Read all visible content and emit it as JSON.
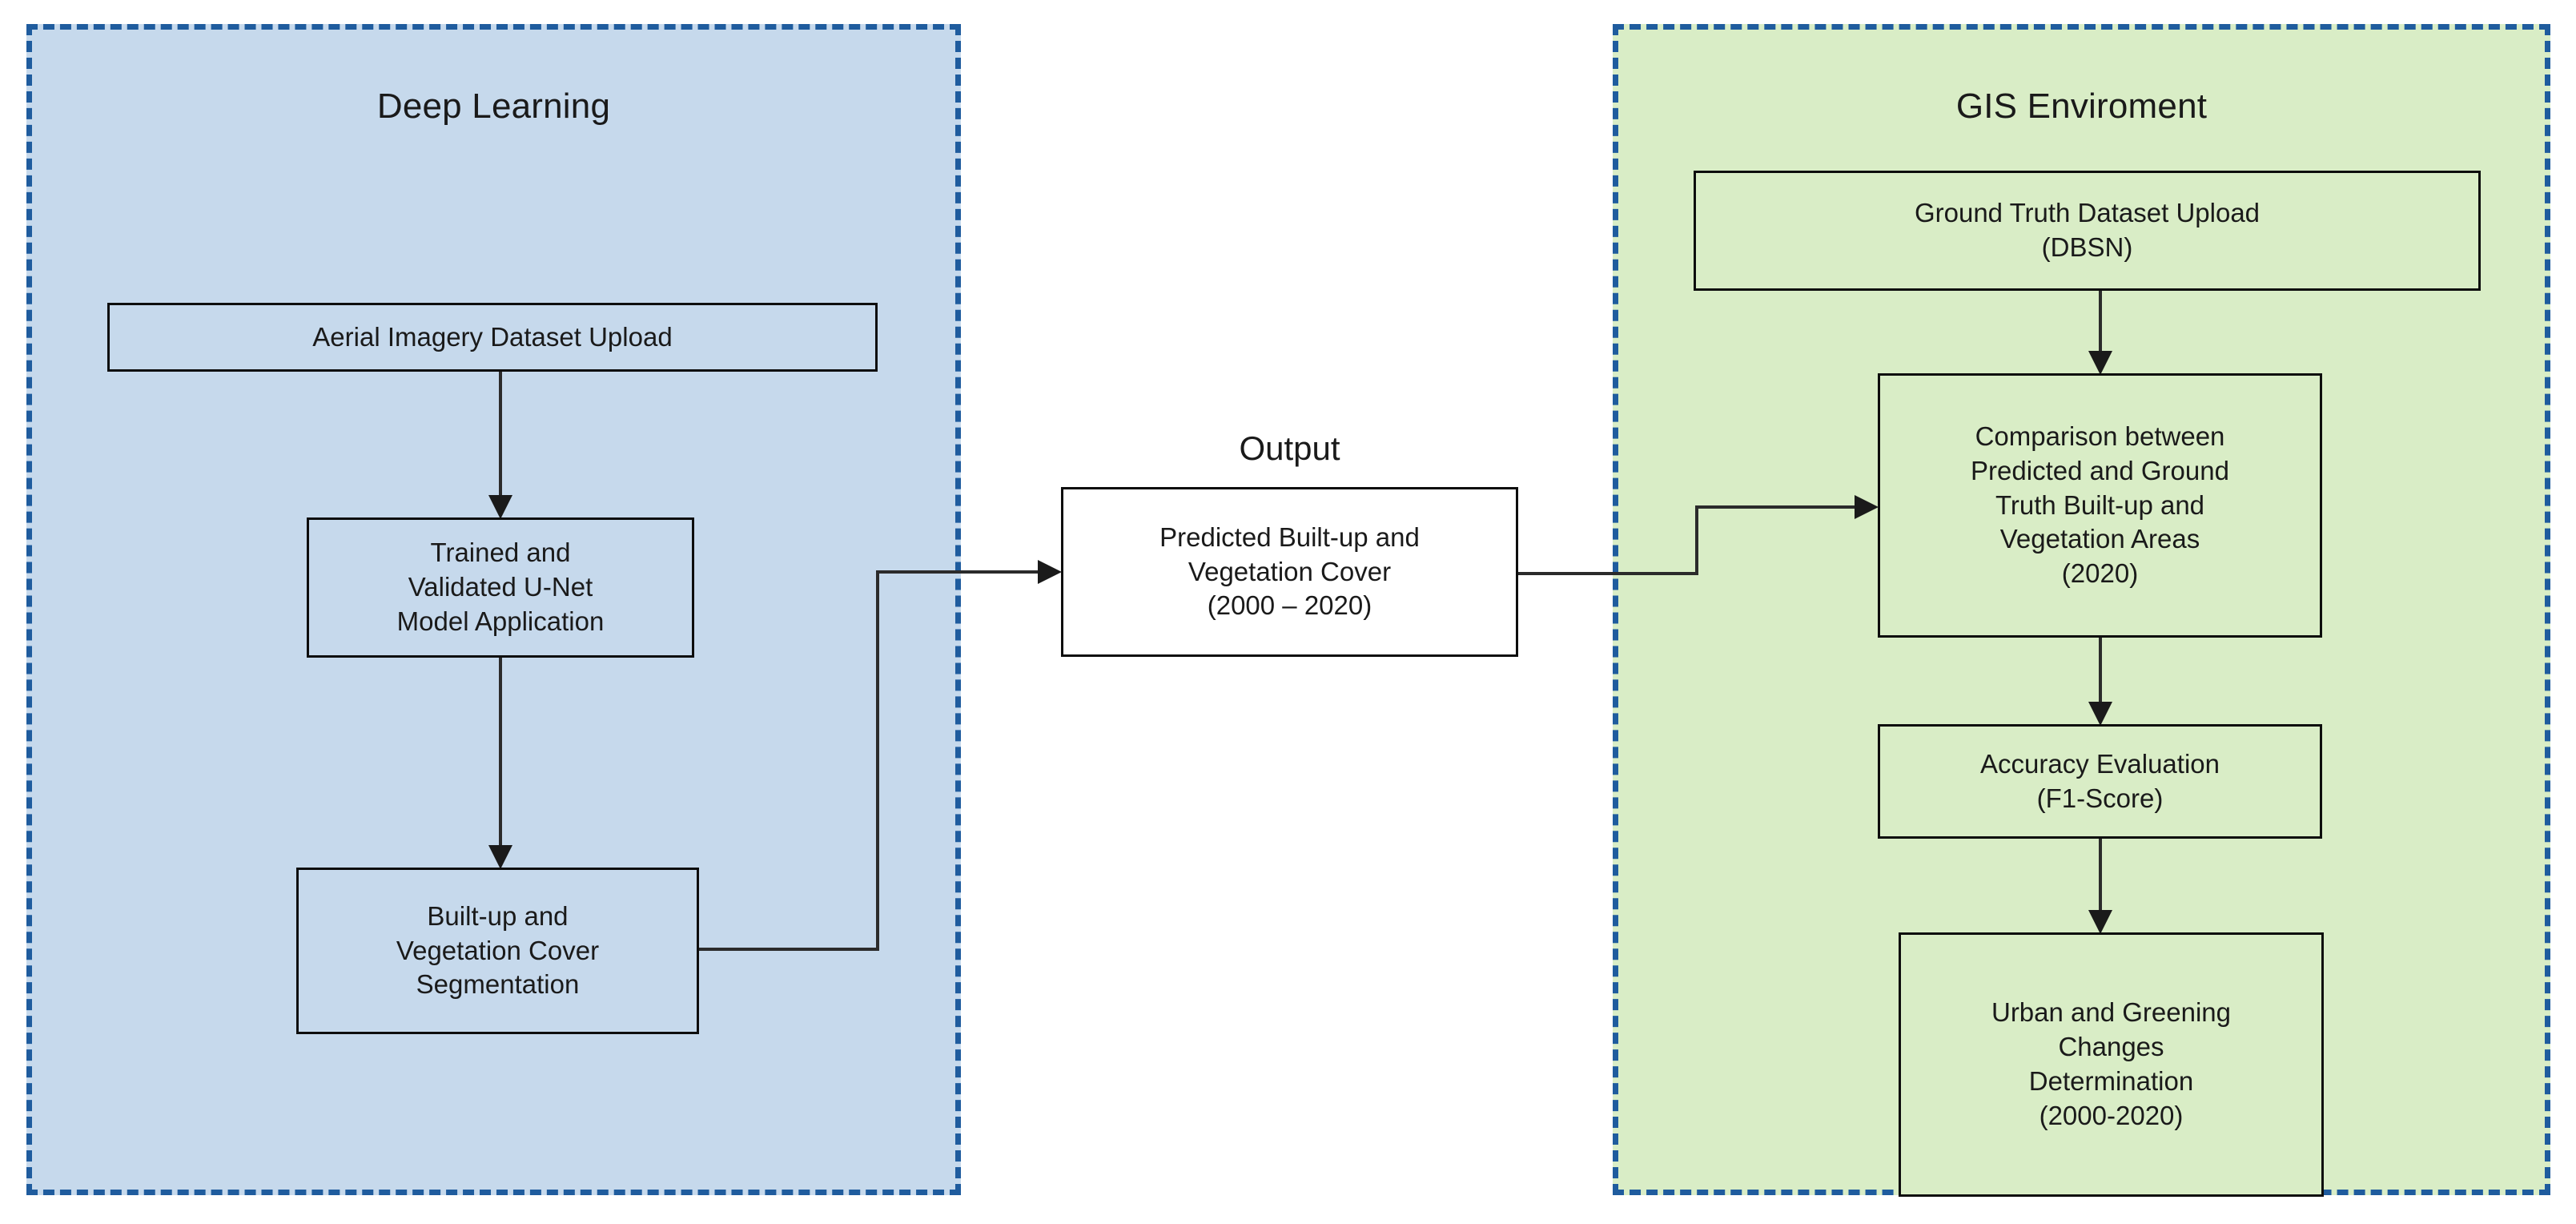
{
  "panels": {
    "deep_learning": {
      "title": "Deep Learning",
      "fill_color": "#C6D9EC",
      "border_color": "#1F5C9E",
      "nodes": [
        {
          "id": "aerial",
          "label": "Aerial Imagery Dataset Upload"
        },
        {
          "id": "unet",
          "label": "Trained and\nValidated U-Net\nModel Application"
        },
        {
          "id": "segmentation",
          "label": "Built-up and\nVegetation Cover\nSegmentation"
        }
      ]
    },
    "gis": {
      "title": "GIS Enviroment",
      "fill_color": "#D9EDC6",
      "border_color": "#1F5C9E",
      "nodes": [
        {
          "id": "ground_truth",
          "label": "Ground Truth Dataset Upload\n(DBSN)"
        },
        {
          "id": "comparison",
          "label": "Comparison between\nPredicted and Ground\nTruth Built-up and\nVegetation Areas\n(2020)"
        },
        {
          "id": "accuracy",
          "label": "Accuracy Evaluation\n(F1-Score)"
        },
        {
          "id": "urban",
          "label": "Urban and Greening\nChanges\nDetermination\n(2000-2020)"
        }
      ]
    }
  },
  "output": {
    "caption": "Output",
    "label": "Predicted Built-up and\nVegetation Cover\n(2000 – 2020)",
    "fill_color": "#FFFFFF"
  },
  "edges": [
    {
      "from": "aerial",
      "to": "unet",
      "style": "straight-down"
    },
    {
      "from": "unet",
      "to": "segmentation",
      "style": "straight-down"
    },
    {
      "from": "segmentation",
      "to": "output",
      "style": "elbow-right-up"
    },
    {
      "from": "output",
      "to": "comparison",
      "style": "elbow-right-up"
    },
    {
      "from": "ground_truth",
      "to": "comparison",
      "style": "straight-down"
    },
    {
      "from": "comparison",
      "to": "accuracy",
      "style": "straight-down"
    },
    {
      "from": "accuracy",
      "to": "urban",
      "style": "straight-down"
    }
  ],
  "theme": {
    "node_border": "#0D0D0D",
    "wire_color": "#2B2B2B",
    "text_color": "#1A1A1A",
    "page_background": "#FFFFFF"
  }
}
